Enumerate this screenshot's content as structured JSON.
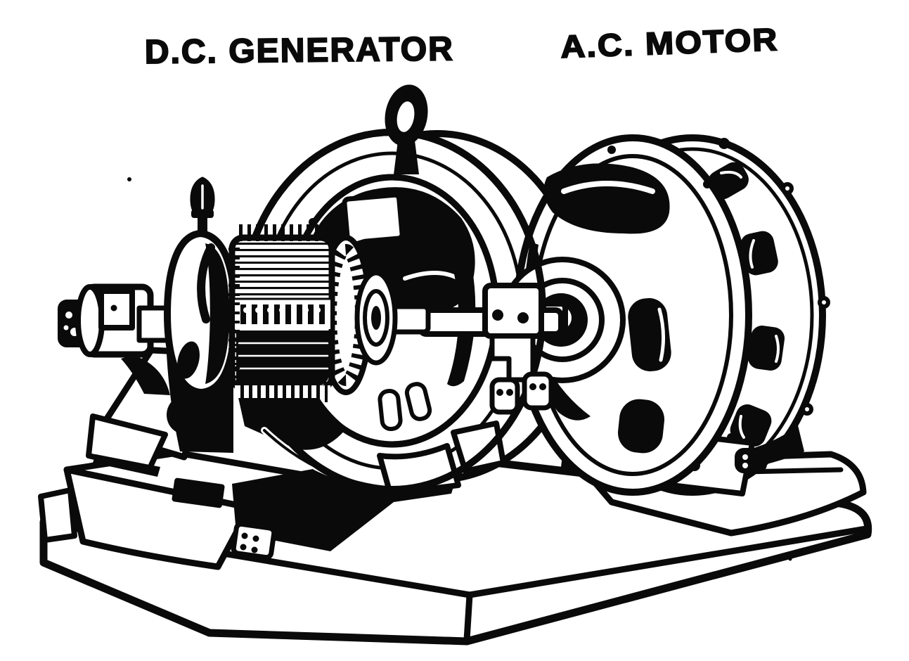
{
  "figure": {
    "labels": {
      "generator": "D.C. GENERATOR",
      "motor": "A.C. MOTOR"
    },
    "colors": {
      "ink": "#0a0a0a",
      "paper": "#ffffff"
    },
    "description": "Black-and-white line engraving of a motor-generator set: a direct-current generator with its armature withdrawn from the field ring, shaft carried by an outboard pedestal bearing at left, direct-coupled to an alternating-current motor at right, all mounted on a stepped cast-iron bedplate."
  }
}
